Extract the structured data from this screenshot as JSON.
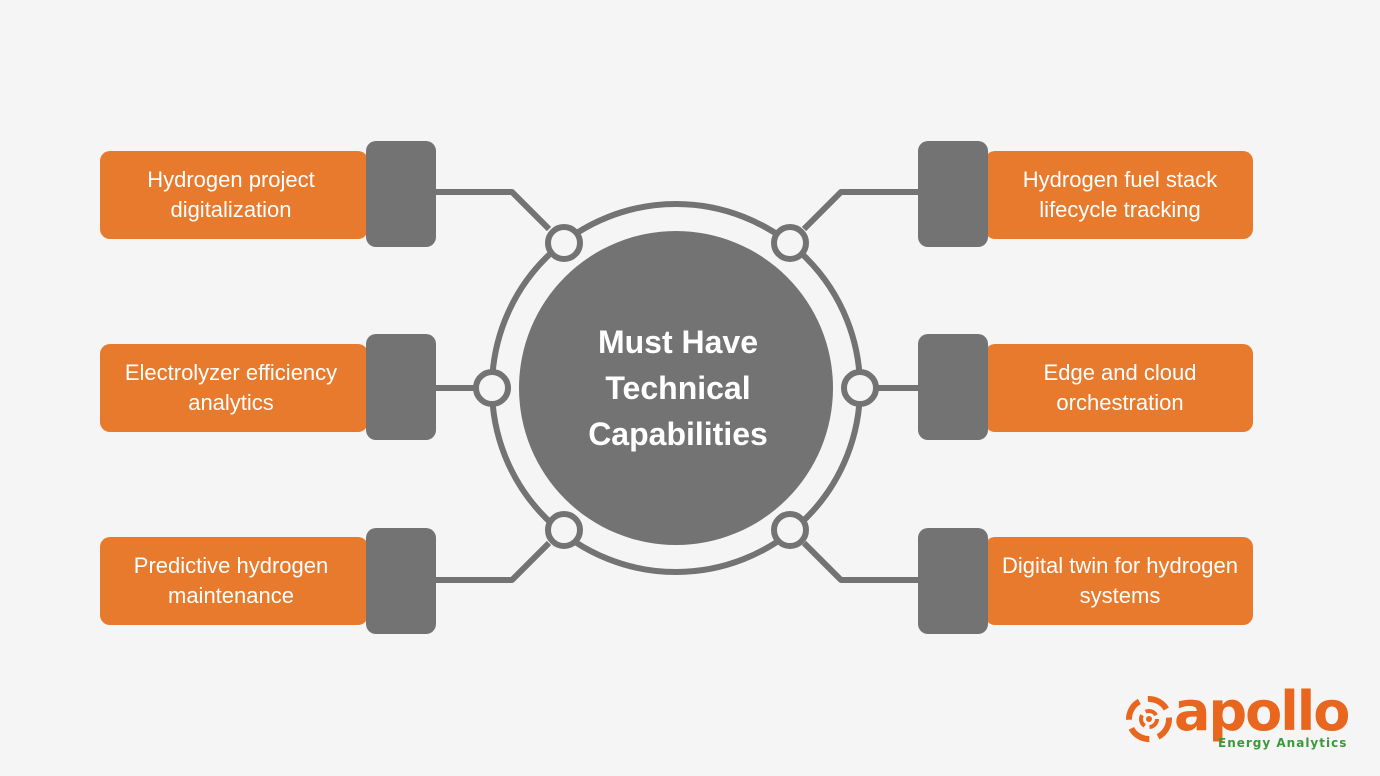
{
  "center": {
    "title_lines": [
      "Must Have",
      "Technical",
      "Capabilities"
    ]
  },
  "capabilities": [
    {
      "label": "Hydrogen project digitalization",
      "lines": [
        "Hydrogen project",
        "digitalization"
      ]
    },
    {
      "label": "Electrolyzer efficiency analytics",
      "lines": [
        "Electrolyzer efficiency",
        "analytics"
      ]
    },
    {
      "label": "Predictive hydrogen maintenance",
      "lines": [
        "Predictive hydrogen",
        "maintenance"
      ]
    },
    {
      "label": "Hydrogen fuel stack lifecycle tracking",
      "lines": [
        "Hydrogen fuel stack",
        "lifecycle tracking"
      ]
    },
    {
      "label": "Edge and cloud orchestration",
      "lines": [
        "Edge and cloud",
        "orchestration"
      ]
    },
    {
      "label": "Digital twin for hydrogen systems",
      "lines": [
        "Digital twin for hydrogen",
        "systems"
      ]
    }
  ],
  "logo": {
    "wordmark": "apollo",
    "tagline": "Energy Analytics"
  },
  "colors": {
    "accent": "#e87a2e",
    "connector": "#737373",
    "background": "#f5f5f5",
    "logo_orange": "#e8661e",
    "logo_green": "#3a9a3a"
  }
}
